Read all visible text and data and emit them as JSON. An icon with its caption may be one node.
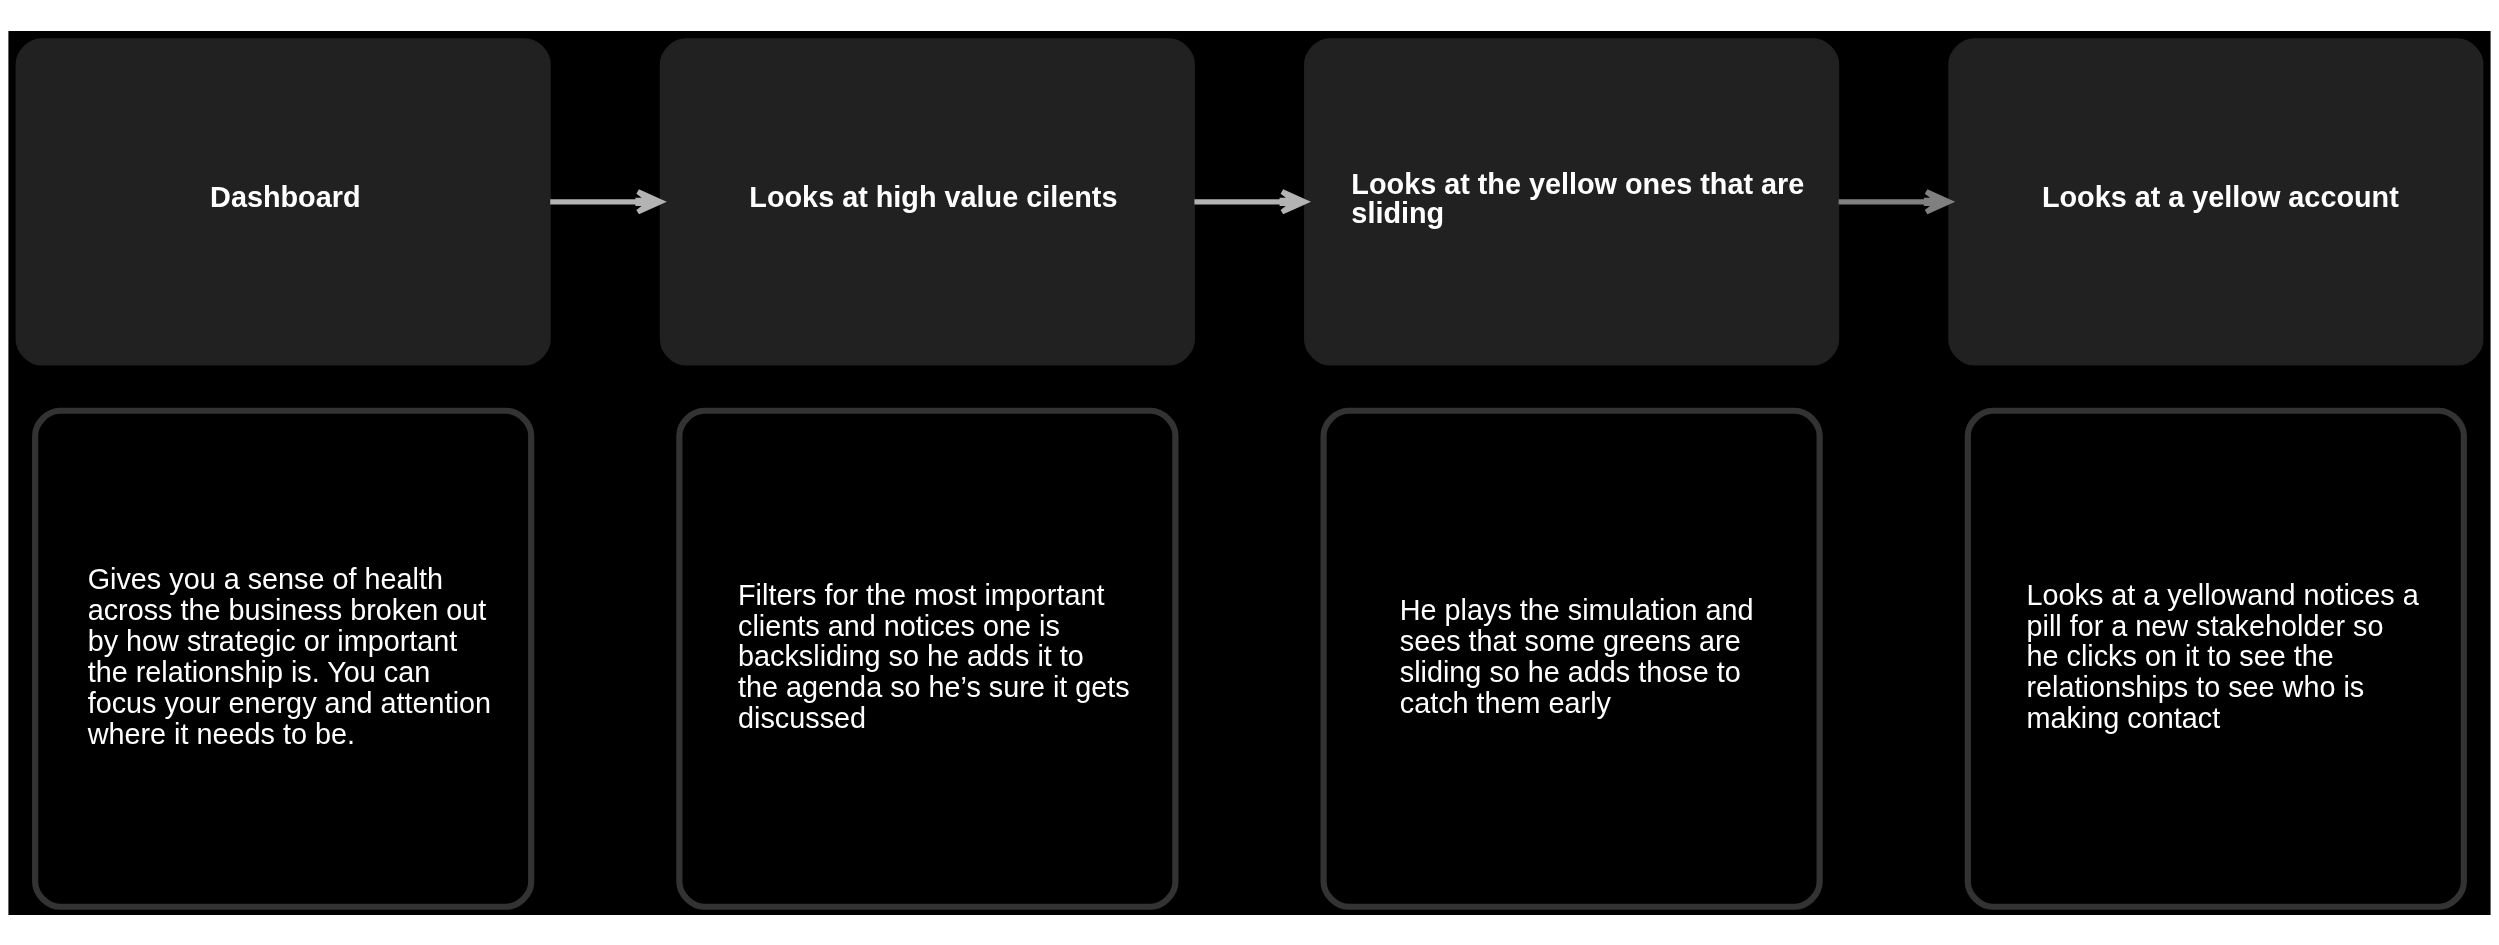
{
  "diagram": {
    "nodes": [
      {
        "text": [
          "Dashboard"
        ]
      },
      {
        "text": [
          "Looks at high value cilents"
        ]
      },
      {
        "text": [
          "Looks at the yellow ones that are sliding"
        ]
      },
      {
        "text": [
          "Looks at a yellow account"
        ]
      },
      {
        "text": [
          "Gives you a sense of health across the business broken out by how strategic or important the relationship is. You can focus your energy and attention where it needs to be."
        ]
      },
      {
        "text": [
          "Filters for the most important clients and notices one is backsliding so he adds it to the agenda so he’s sure it gets discussed"
        ]
      },
      {
        "text": [
          "He plays the simulation and sees that some greens are sliding so he adds those to catch them early"
        ]
      },
      {
        "text": [
          "Looks at a yellowand notices a pill for a new stakeholder so he clicks on it to see the relationships to see who is making contact"
        ]
      }
    ],
    "edges": [
      {
        "from": 0,
        "to": 1,
        "arrow": "to"
      },
      {
        "from": 1,
        "to": 2,
        "arrow": "to"
      },
      {
        "from": 2,
        "to": 3,
        "arrow": "to",
        "color": "#808080"
      }
    ]
  }
}
